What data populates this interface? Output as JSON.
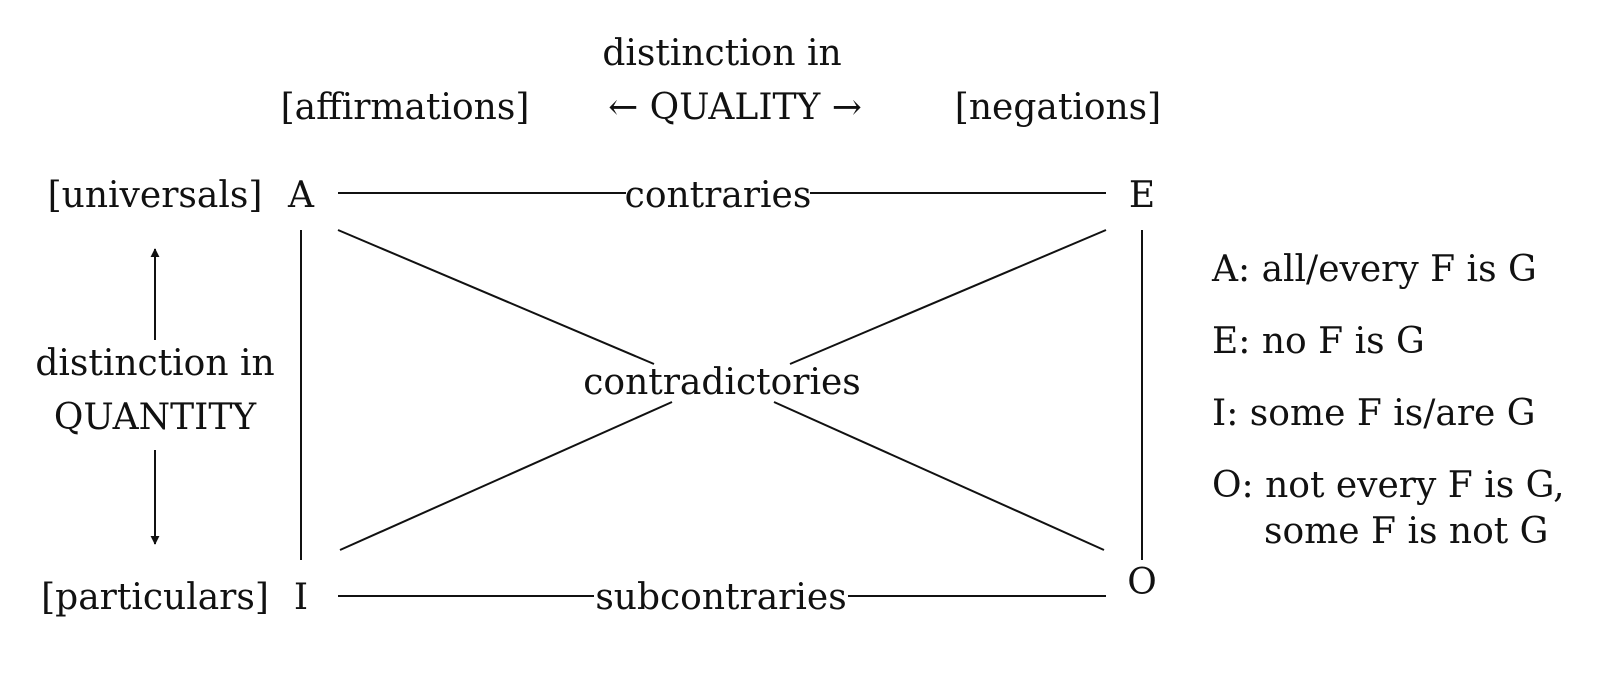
{
  "top": {
    "line1": "distinction in",
    "line2": "← QUALITY →",
    "left": "[affirmations]",
    "right": "[negations]"
  },
  "side": {
    "universals": "[universals]",
    "particulars": "[particulars]",
    "line1": "distinction in",
    "line2": "QUANTITY"
  },
  "corners": {
    "a": "A",
    "e": "E",
    "i": "I",
    "o": "O"
  },
  "relations": {
    "contraries": "contraries",
    "contradictories": "contradictories",
    "subcontraries": "subcontraries"
  },
  "legend": {
    "a": "A: all/every F is G",
    "e": "E: no F is G",
    "i": "I: some F is/are G",
    "o_line1": "O: not every F is G,",
    "o_line2": "some F is not G"
  }
}
